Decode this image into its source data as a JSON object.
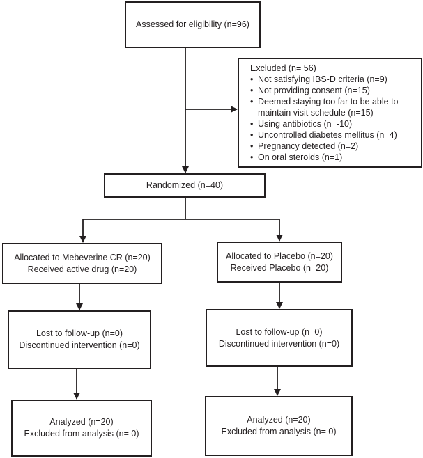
{
  "enrollment": {
    "assessed": "Assessed for eligibility (n=96)"
  },
  "excluded": {
    "title": "Excluded (n= 56)",
    "reasons": [
      "Not satisfying IBS-D criteria (n=9)",
      "Not providing consent (n=15)",
      "Deemed staying too far to be able to maintain visit schedule (n=15)",
      "Using antibiotics (n=-10)",
      "Uncontrolled diabetes mellitus (n=4)",
      "Pregnancy detected (n=2)",
      "On oral steroids (n=1)"
    ]
  },
  "randomized": "Randomized (n=40)",
  "arms": {
    "left": {
      "allocated": "Allocated to Mebeverine CR (n=20)",
      "received": "Received active drug (n=20)",
      "lost": "Lost to follow-up (n=0)",
      "discontinued": "Discontinued intervention (n=0)",
      "analyzed": "Analyzed (n=20)",
      "excluded_analysis": "Excluded from analysis (n= 0)"
    },
    "right": {
      "allocated": "Allocated to Placebo (n=20)",
      "received": "Received Placebo (n=20)",
      "lost": "Lost to follow-up (n=0)",
      "discontinued": "Discontinued intervention (n=0)",
      "analyzed": "Analyzed (n=20)",
      "excluded_analysis": "Excluded from analysis (n= 0)"
    }
  }
}
